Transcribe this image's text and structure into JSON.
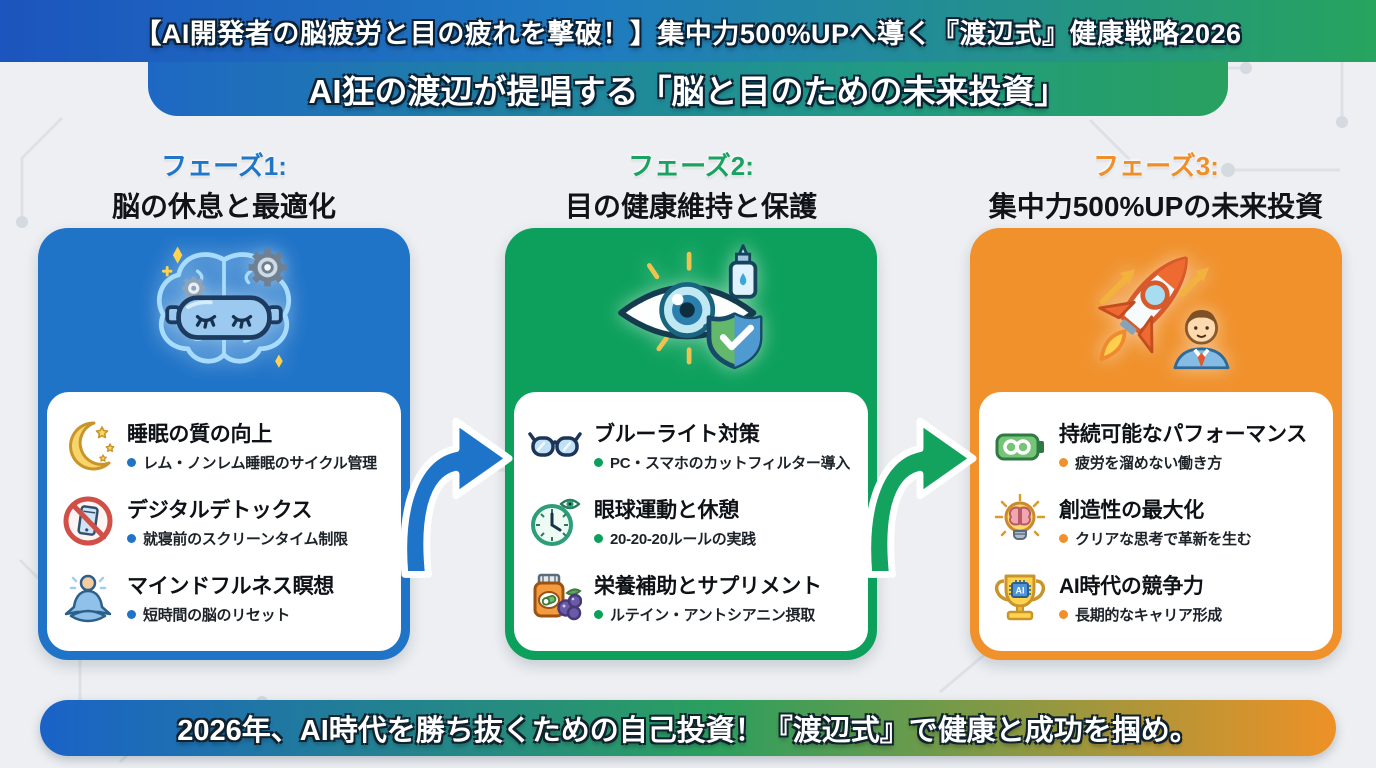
{
  "header": {
    "title": "【AI開発者の脳疲労と目の疲れを撃破！】集中力500%UPへ導く『渡辺式』健康戦略2026",
    "subtitle": "AI狂の渡辺が提唱する「脳と目のための未来投資」"
  },
  "phases": [
    {
      "label": "フェーズ1:",
      "name": "脳の休息と最適化",
      "accent_color": "#2074c8",
      "hero_icon": "brain-sleep-mask-gears",
      "items": [
        {
          "icon": "crescent-moon-stars",
          "title": "睡眠の質の向上",
          "detail": "レム・ノンレム睡眠のサイクル管理"
        },
        {
          "icon": "no-smartphone",
          "title": "デジタルデトックス",
          "detail": "就寝前のスクリーンタイム制限"
        },
        {
          "icon": "meditating-person",
          "title": "マインドフルネス瞑想",
          "detail": "短時間の脳のリセット"
        }
      ]
    },
    {
      "label": "フェーズ2:",
      "name": "目の健康維持と保護",
      "accent_color": "#0da05c",
      "hero_icon": "eye-dropper-shield",
      "items": [
        {
          "icon": "blue-light-glasses",
          "title": "ブルーライト対策",
          "detail": "PC・スマホのカットフィルター導入"
        },
        {
          "icon": "clock-with-eye",
          "title": "眼球運動と休憩",
          "detail": "20-20-20ルールの実践"
        },
        {
          "icon": "supplement-bottle-berries",
          "title": "栄養補助とサプリメント",
          "detail": "ルテイン・アントシアニン摂取"
        }
      ]
    },
    {
      "label": "フェーズ3:",
      "name": "集中力500%UPの未来投資",
      "accent_color": "#f0912c",
      "hero_icon": "rocket-businessman",
      "items": [
        {
          "icon": "battery-infinity",
          "title": "持続可能なパフォーマンス",
          "detail": "疲労を溜めない働き方"
        },
        {
          "icon": "lightbulb-brain",
          "title": "創造性の最大化",
          "detail": "クリアな思考で革新を生む"
        },
        {
          "icon": "trophy-ai-chip",
          "title": "AI時代の競争力",
          "detail": "長期的なキャリア形成"
        }
      ]
    }
  ],
  "icon_text": {
    "trophy_chip": "AI"
  },
  "footer": {
    "text": "2026年、AI時代を勝ち抜くための自己投資！『渡辺式』で健康と成功を掴め。"
  },
  "colors": {
    "banner_gradient": [
      "#1c55bd",
      "#27a45e"
    ],
    "footer_gradient": [
      "#1a62c8",
      "#2b9f5e",
      "#ee9126"
    ],
    "background": "#edeff2"
  }
}
